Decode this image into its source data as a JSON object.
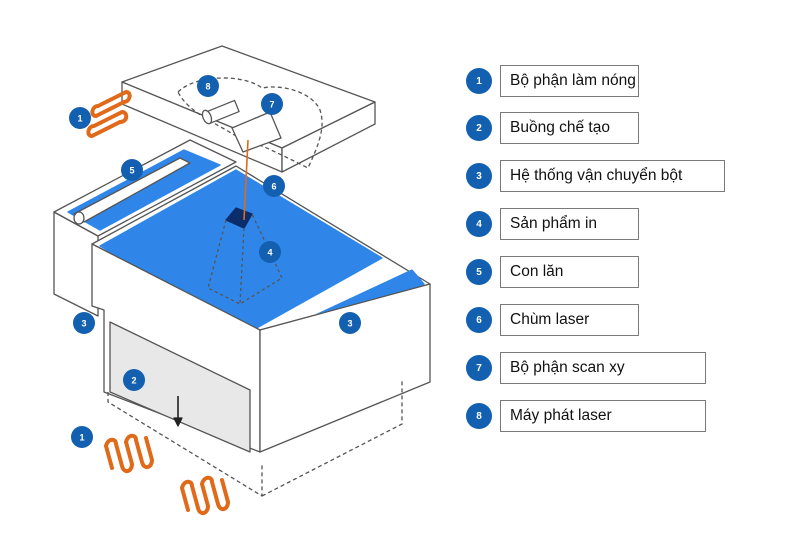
{
  "colors": {
    "blue_surface": "#2f86e8",
    "badge": "#1460b0",
    "heater": "#e06a1a",
    "outline": "#555555",
    "piston": "#e8e8e8"
  },
  "labels": {
    "heater": "1",
    "chamber": "2",
    "powder": "3",
    "product": "4",
    "roller": "5",
    "beam": "6",
    "scanner": "7",
    "laser": "8"
  },
  "legend": [
    {
      "num": "1",
      "text": "Bộ phận làm nóng"
    },
    {
      "num": "2",
      "text": "Buồng chế tạo"
    },
    {
      "num": "3",
      "text": "Hệ thống vận chuyển bột"
    },
    {
      "num": "4",
      "text": "Sản phẩm in"
    },
    {
      "num": "5",
      "text": "Con lăn"
    },
    {
      "num": "6",
      "text": "Chùm laser"
    },
    {
      "num": "7",
      "text": "Bộ phận scan xy"
    },
    {
      "num": "8",
      "text": "Máy phát laser"
    }
  ]
}
